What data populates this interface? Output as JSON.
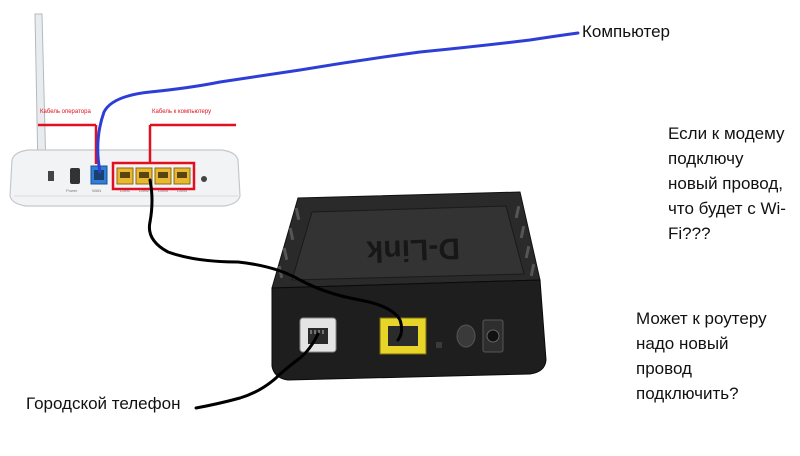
{
  "labels": {
    "computer": "Компьютер",
    "city_phone": "Городской телефон",
    "router_port_wan": "Кабель оператора",
    "router_ports_lan": "Кабель к компьютеру"
  },
  "notes": {
    "wifi_question": "Если к модему\nподключу\nновый провод,\nчто будет с Wi-\nFi???",
    "router_question": "Может к роутеру\nнадо новый\nпровод\nподключить?"
  },
  "devices": {
    "modem_brand": "D-Link"
  },
  "icons": {
    "router": "wifi-router-icon",
    "modem": "dsl-modem-icon"
  },
  "colors": {
    "cable_computer": "#2d3ed8",
    "cable_black": "#000000",
    "annotation_red": "#e01020",
    "lan_port": "#e8b830",
    "wan_port": "#2f7fd6"
  }
}
